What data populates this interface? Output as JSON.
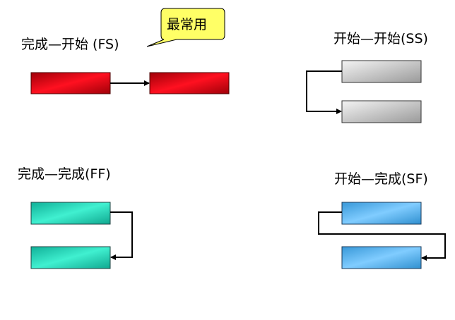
{
  "panels": {
    "fs": {
      "label": "完成—开始 (FS)",
      "callout": "最常用"
    },
    "ss": {
      "label": "开始—开始(SS)"
    },
    "ff": {
      "label": "完成—完成(FF)"
    },
    "sf": {
      "label": "开始—完成(SF)"
    }
  },
  "colors": {
    "fs_bar": "#e00010",
    "ss_bar": "#c8c8c8",
    "ff_bar": "#20d8b8",
    "sf_bar": "#60b8f0",
    "callout_fill": "#ffff66",
    "arrow": "#000000"
  }
}
